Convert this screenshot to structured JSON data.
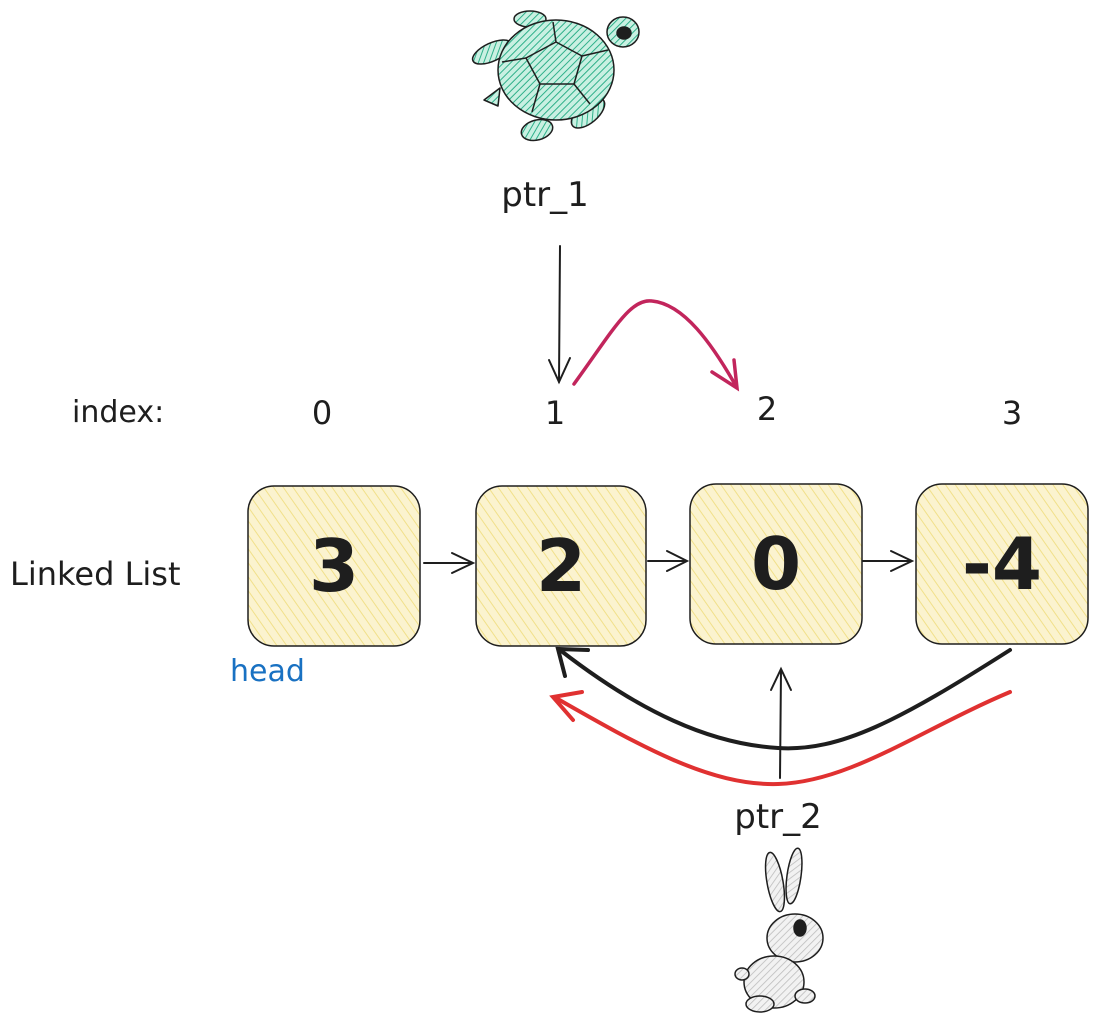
{
  "labels": {
    "ptr1": "ptr_1",
    "ptr2": "ptr_2",
    "index_prefix": "index:",
    "row_label": "Linked List",
    "head": "head"
  },
  "indices": [
    "0",
    "1",
    "2",
    "3"
  ],
  "nodes": [
    "3",
    "2",
    "0",
    "-4"
  ],
  "colors": {
    "node_fill": "#fbf3cf",
    "node_stroke": "#1e1e1e",
    "head_text": "#1971c2",
    "jump_arrow": "#c2255c",
    "cycle_arrow_red": "#e03131",
    "cycle_arrow_black": "#1e1e1e",
    "turtle_fill": "#3bbf98",
    "rabbit_fill": "#dddddd"
  },
  "icons": {
    "turtle": "turtle-icon",
    "rabbit": "rabbit-icon"
  }
}
